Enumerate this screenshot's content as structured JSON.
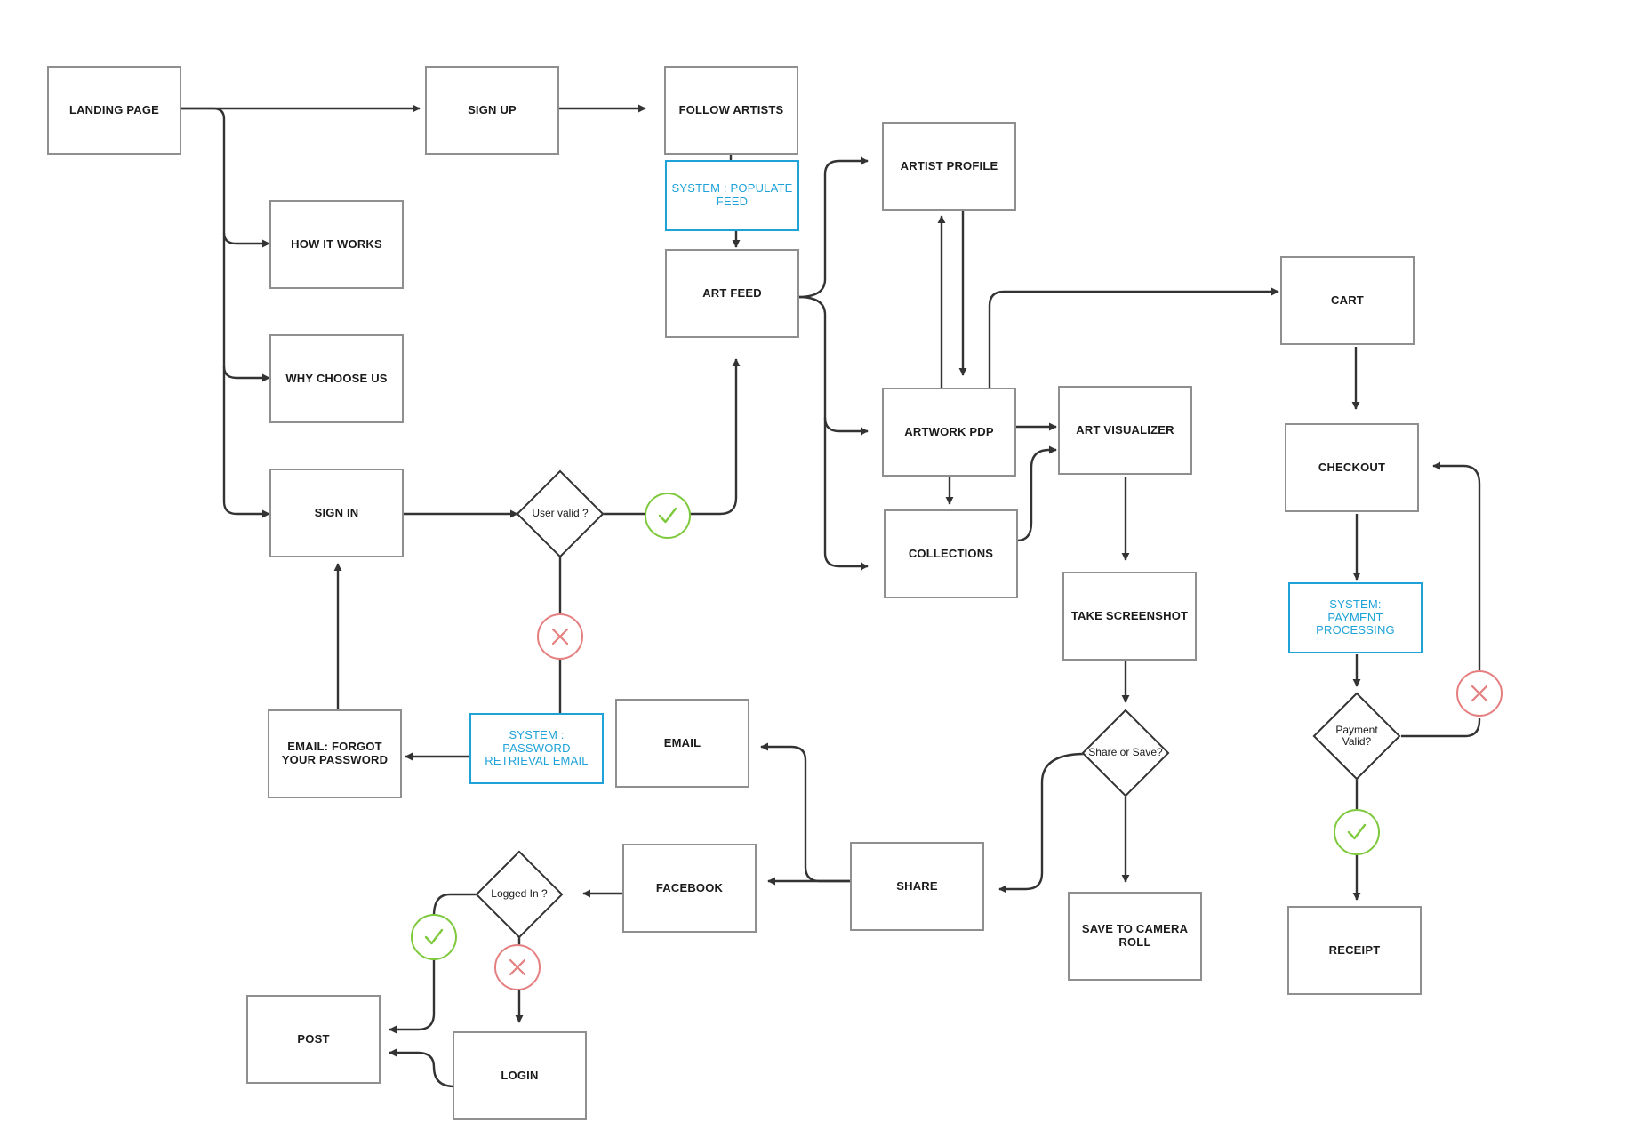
{
  "nodes": {
    "landing_page": "LANDING PAGE",
    "sign_up": "SIGN UP",
    "follow_artists": "FOLLOW ARTISTS",
    "system_populate_feed": "SYSTEM : POPULATE FEED",
    "art_feed": "ART FEED",
    "artist_profile": "ARTIST PROFILE",
    "how_it_works": "HOW IT WORKS",
    "why_choose_us": "WHY CHOOSE US",
    "sign_in": "SIGN IN",
    "cart": "CART",
    "artwork_pdp": "ARTWORK PDP",
    "art_visualizer": "ART VISUALIZER",
    "checkout": "CHECKOUT",
    "collections": "COLLECTIONS",
    "take_screenshot": "TAKE SCREENSHOT",
    "system_payment_processing": "SYSTEM:\nPAYMENT\nPROCESSING",
    "email_forgot_password": "EMAIL: FORGOT\nYOUR PASSWORD",
    "system_password_retrieval": "SYSTEM :\nPASSWORD\nRETRIEVAL EMAIL",
    "email": "EMAIL",
    "share": "SHARE",
    "facebook": "FACEBOOK",
    "save_to_camera_roll": "SAVE TO CAMERA\nROLL",
    "receipt": "RECEIPT",
    "post": "POST",
    "login": "LOGIN"
  },
  "decisions": {
    "user_valid": "User valid ?",
    "share_or_save": "Share or Save?",
    "payment_valid": "Payment\nValid?",
    "logged_in": "Logged In ?"
  },
  "colors": {
    "system_accent": "#1ea2d8",
    "success": "#7dc93b",
    "failure": "#e57f7f",
    "connector": "#333333",
    "box_border": "#8f8f8f"
  },
  "icons": {
    "success": "check-icon",
    "failure": "close-icon"
  }
}
